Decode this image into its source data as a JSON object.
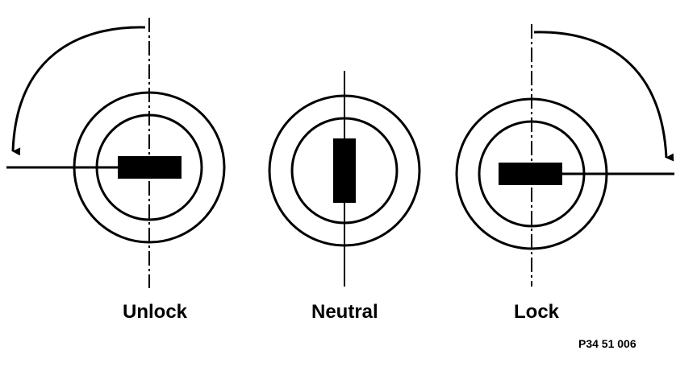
{
  "positions": [
    {
      "id": "unlock",
      "label": "Unlock",
      "key_orientation": "horizontal",
      "arrow_direction": "counterclockwise"
    },
    {
      "id": "neutral",
      "label": "Neutral",
      "key_orientation": "vertical",
      "arrow_direction": "none"
    },
    {
      "id": "lock",
      "label": "Lock",
      "key_orientation": "horizontal",
      "arrow_direction": "clockwise"
    }
  ],
  "figure_code": "P34 51 006",
  "colors": {
    "stroke": "#000000",
    "background": "#ffffff"
  }
}
